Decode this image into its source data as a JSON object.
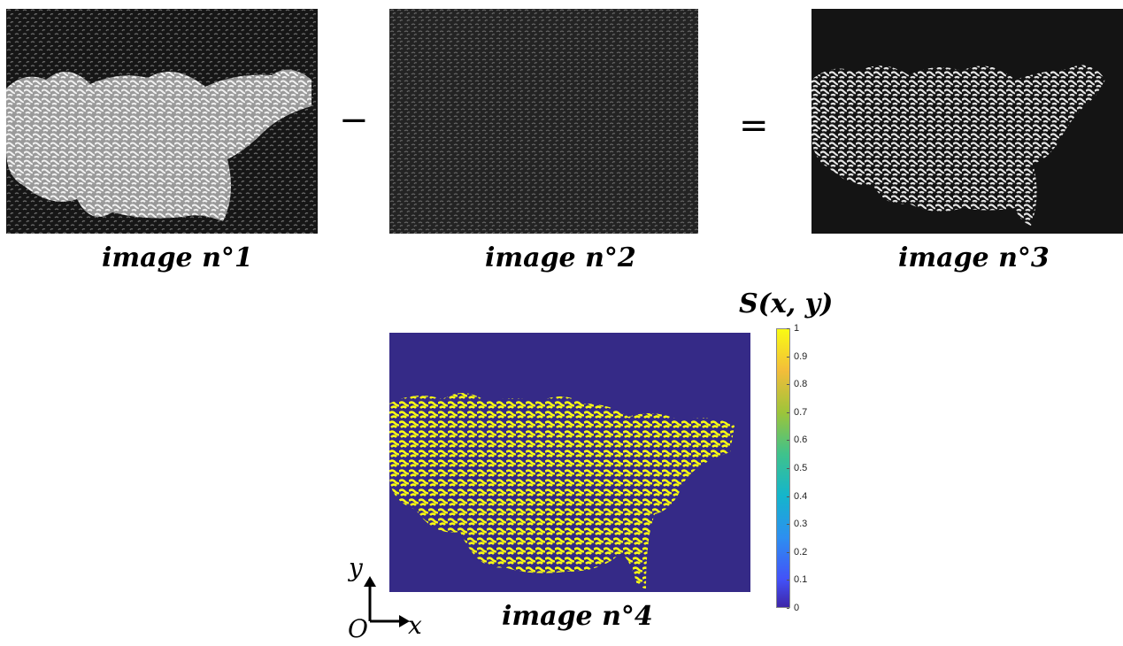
{
  "operators": {
    "minus": "−",
    "equals": "="
  },
  "captions": {
    "image1": "image n°1",
    "image2": "image n°2",
    "image3": "image n°3",
    "image4": "image n°4"
  },
  "colorbar": {
    "title": "S(x, y)",
    "ticks": [
      "1",
      "0.9",
      "0.8",
      "0.7",
      "0.6",
      "0.5",
      "0.4",
      "0.3",
      "0.2",
      "0.1",
      "0"
    ],
    "colormap": "parula"
  },
  "axes": {
    "origin": "O",
    "x": "x",
    "y": "y"
  },
  "colors": {
    "map_background": "#352a87",
    "cluster": "#f9fb14",
    "photo_cluster": "#e6e6e6",
    "photo_dark": "#141414"
  }
}
